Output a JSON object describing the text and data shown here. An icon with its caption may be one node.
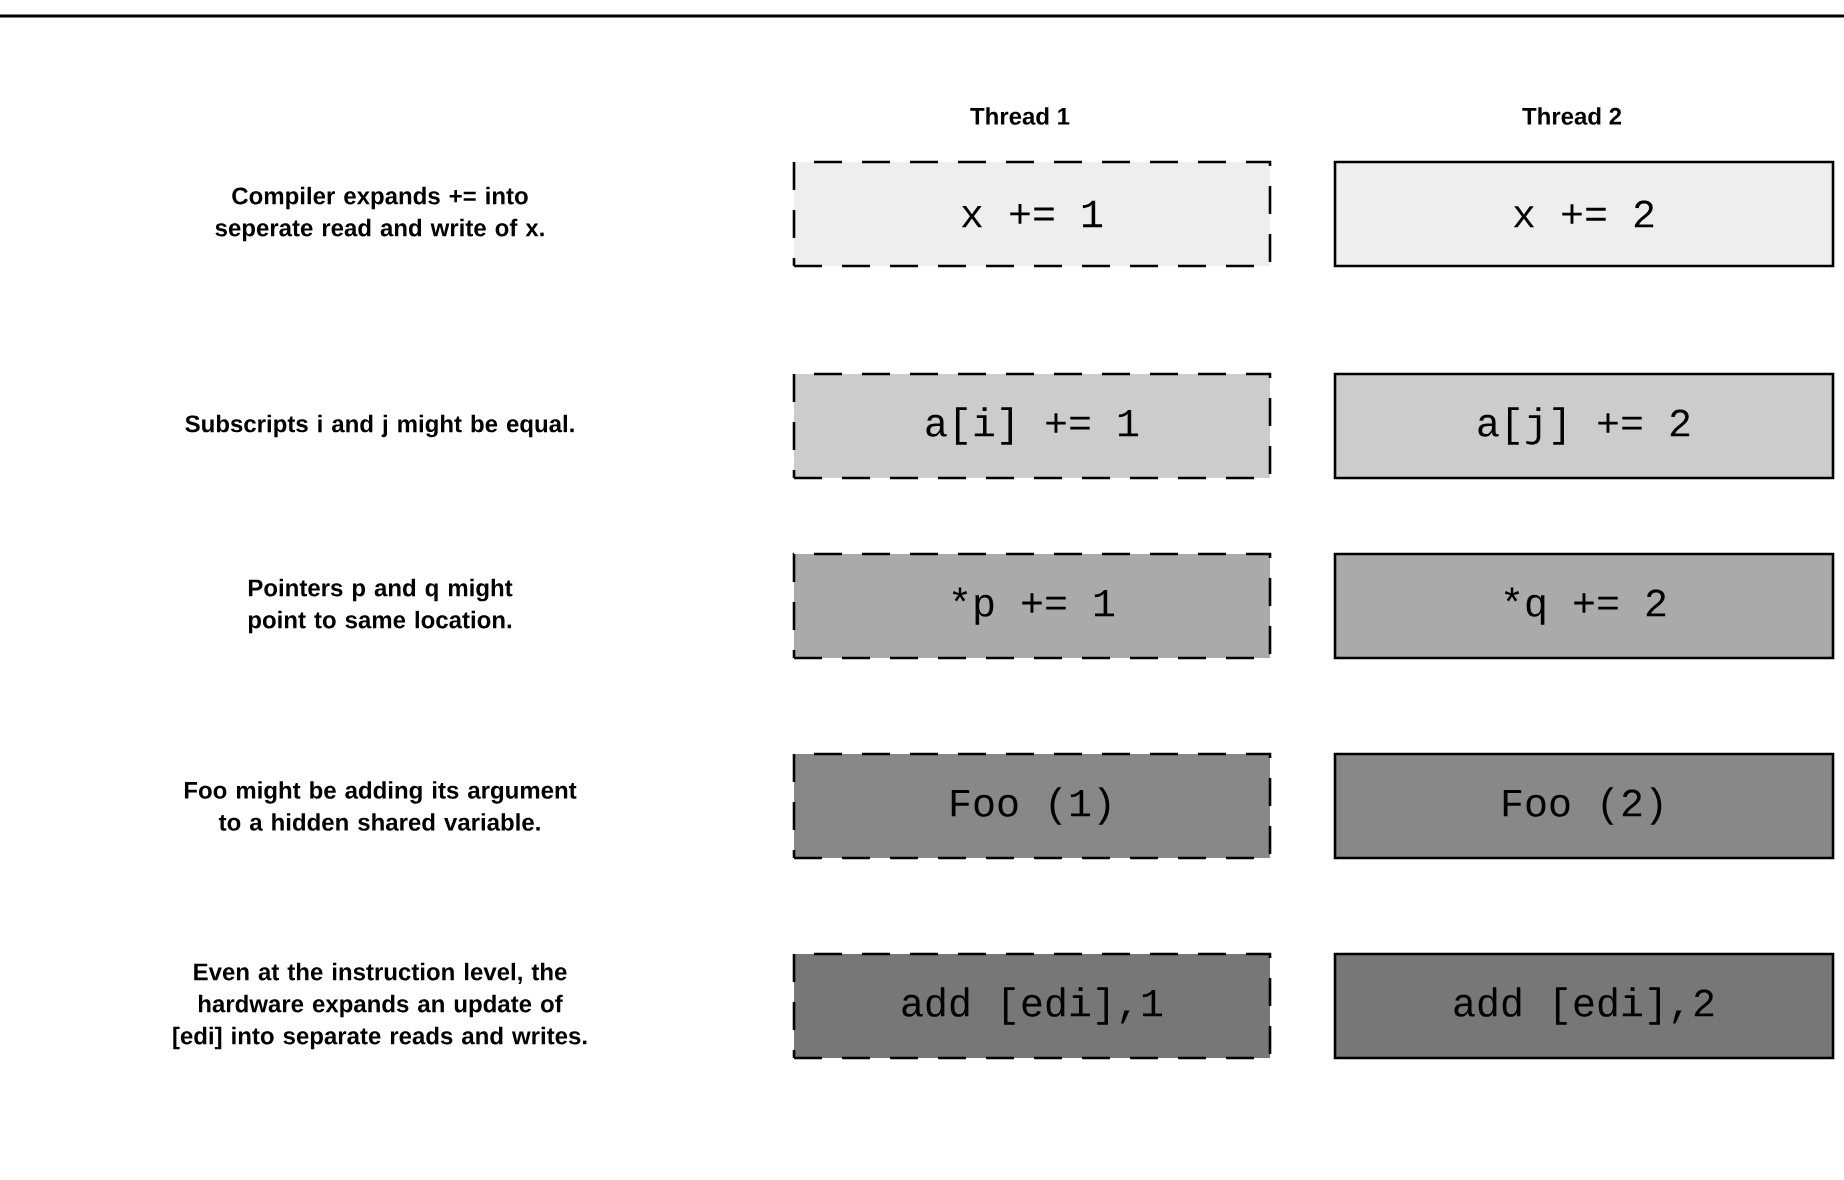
{
  "diagram": {
    "nodes": [
      {
        "text": [
          "x += 1"
        ]
      },
      {
        "text": [
          "x += 2"
        ]
      },
      {
        "text": [
          "a[i] += 1"
        ]
      },
      {
        "text": [
          "a[j] += 2"
        ]
      },
      {
        "text": [
          "*p += 1"
        ]
      },
      {
        "text": [
          "*q += 2"
        ]
      },
      {
        "text": [
          "Foo (1)"
        ]
      },
      {
        "text": [
          "Foo (2)"
        ]
      },
      {
        "text": [
          "add [edi],1"
        ]
      },
      {
        "text": [
          "add [edi],2"
        ]
      }
    ],
    "labels": [
      "Thread 1",
      "Thread 2",
      "Compiler expands += into seperate read and write of x.",
      "Subscripts i and j might be equal.",
      "Pointers p and q might point to same location.",
      "Foo might be adding its argument to a hidden shared variable.",
      "Even at the instruction level, the hardware expands an update of [edi] into separate reads and writes."
    ]
  }
}
